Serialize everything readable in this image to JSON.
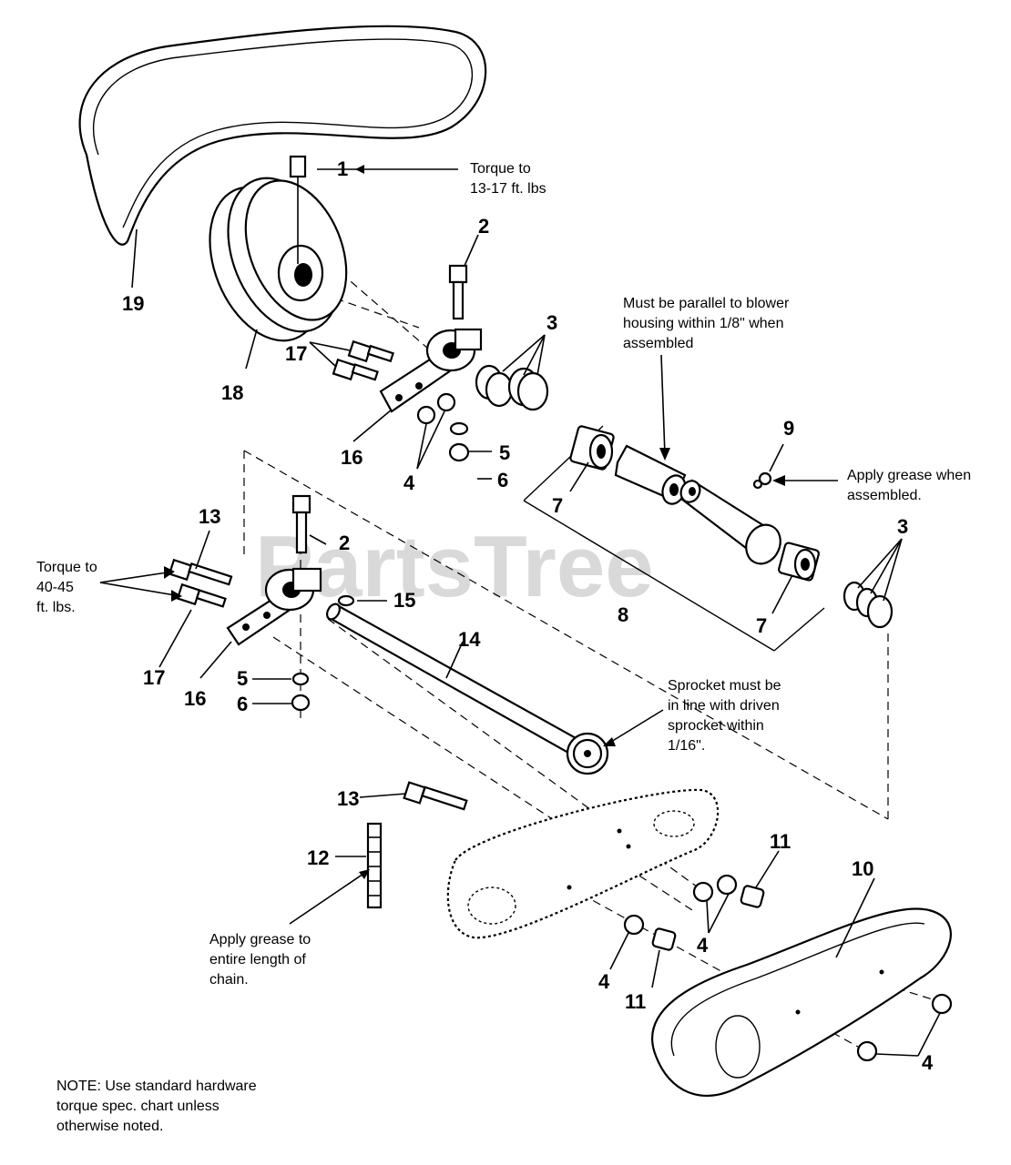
{
  "watermark": "PartsTree",
  "callouts": {
    "c1": "1",
    "c2a": "2",
    "c2b": "2",
    "c3a": "3",
    "c3b": "3",
    "c4a": "4",
    "c4b": "4",
    "c4c": "4",
    "c4d": "4",
    "c5a": "5",
    "c5b": "5",
    "c6a": "6",
    "c6b": "6",
    "c7a": "7",
    "c7b": "7",
    "c8": "8",
    "c9": "9",
    "c10": "10",
    "c11a": "11",
    "c11b": "11",
    "c12": "12",
    "c13a": "13",
    "c13b": "13",
    "c14": "14",
    "c15": "15",
    "c16a": "16",
    "c16b": "16",
    "c17a": "17",
    "c17b": "17",
    "c18": "18",
    "c19": "19"
  },
  "notes": {
    "torque_pulley": [
      "Torque to",
      "13-17 ft. lbs"
    ],
    "parallel": [
      "Must be parallel to blower",
      "housing within 1/8\" when",
      "assembled"
    ],
    "grease_assembled": [
      "Apply grease when",
      "assembled."
    ],
    "torque_bracket": [
      "Torque to",
      "40-45",
      "ft. lbs."
    ],
    "sprocket_line": [
      "Sprocket must be",
      "in line with driven",
      "sprocket within",
      "1/16\"."
    ],
    "grease_chain": [
      "Apply grease to",
      "entire length of",
      "chain."
    ],
    "footnote": [
      "NOTE: Use standard hardware",
      "torque spec. chart unless",
      "otherwise noted."
    ]
  }
}
